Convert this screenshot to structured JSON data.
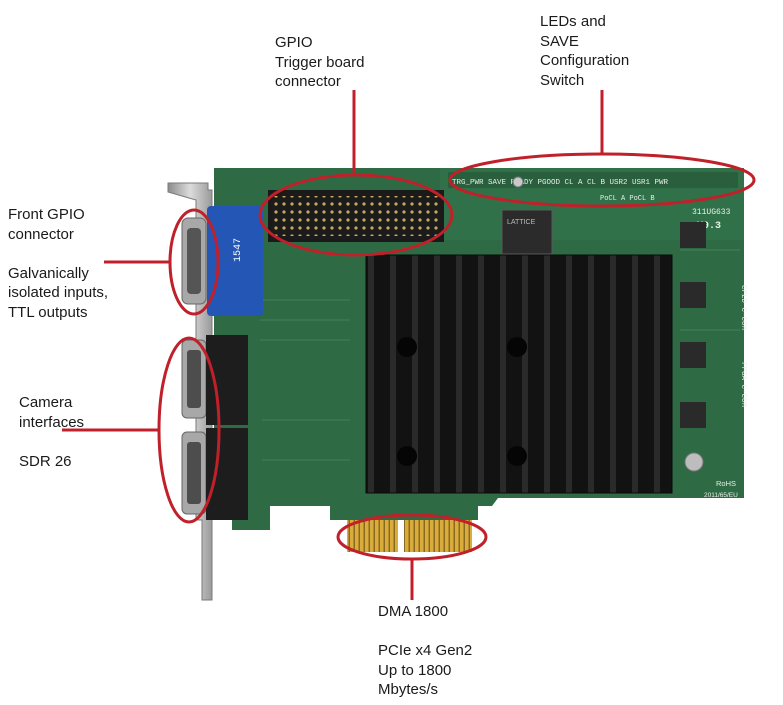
{
  "callouts": {
    "gpio": "GPIO\nTrigger board\nconnector",
    "leds": "LEDs and\nSAVE\nConfiguration\nSwitch",
    "front_gpio": "Front GPIO\nconnector\n\nGalvanically\nisolated inputs,\nTTL outputs",
    "camera": "Camera\ninterfaces\n\nSDR 26",
    "dma": "DMA 1800\n\nPCIe x4 Gen2\nUp to 1800\nMbytes/s"
  },
  "board_markings": {
    "header_row": "TRG_PWR   SAVE READY PGOOD  CL A   CL B    USR2  USR1   PWR",
    "pocl_row": "PoCL A  PoCL B",
    "part_number": "311UG633",
    "version": "V0.3",
    "cpld": "CPLD  C-COM",
    "fpga": "FPGA  C-COM",
    "rohs": "RoHS",
    "eu": "2011/65/EU",
    "vga_mark": "1547",
    "chip_brand": "LATTICE"
  },
  "colors": {
    "callout_red": "#c0202a",
    "pcb_green": "#2e6b45",
    "heatsink": "#121212",
    "gold": "#d4a93a",
    "bracket": "#b9b9b9"
  }
}
